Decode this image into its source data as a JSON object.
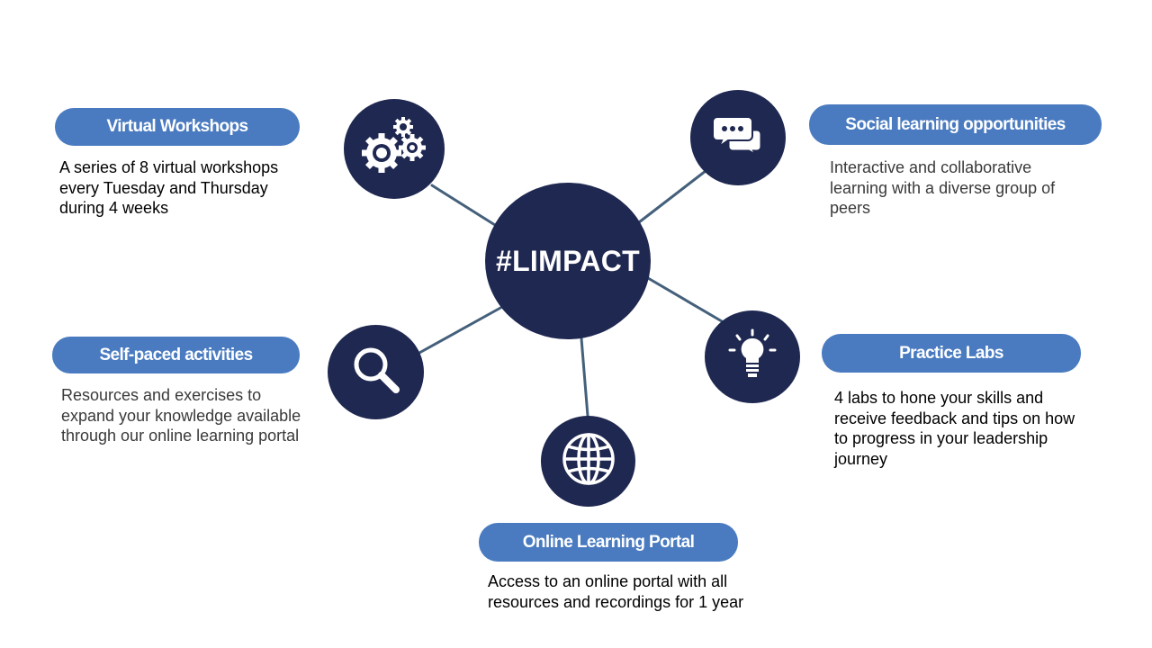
{
  "hub": {
    "title": "#LIMPACT"
  },
  "topics": [
    {
      "label": "Virtual Workshops",
      "icon": "gears-icon",
      "description": "A series of 8 virtual workshops every Tuesday and Thursday during 4 weeks"
    },
    {
      "label": "Social learning opportunities",
      "icon": "chat-bubbles-icon",
      "description": "Interactive and collaborative learning with a diverse group of peers"
    },
    {
      "label": "Self-paced activities",
      "icon": "magnifier-icon",
      "description": "Resources and exercises to expand your knowledge available through our online learning portal"
    },
    {
      "label": "Practice Labs",
      "icon": "lightbulb-icon",
      "description": "4 labs to hone your skills and receive feedback and tips on how to progress in your leadership journey"
    },
    {
      "label": "Online Learning Portal",
      "icon": "globe-icon",
      "description": "Access to an online portal with all resources and recordings for 1 year"
    }
  ],
  "colors": {
    "node": "#1f2850",
    "pill": "#4a7bc0",
    "connector": "#44607a"
  }
}
